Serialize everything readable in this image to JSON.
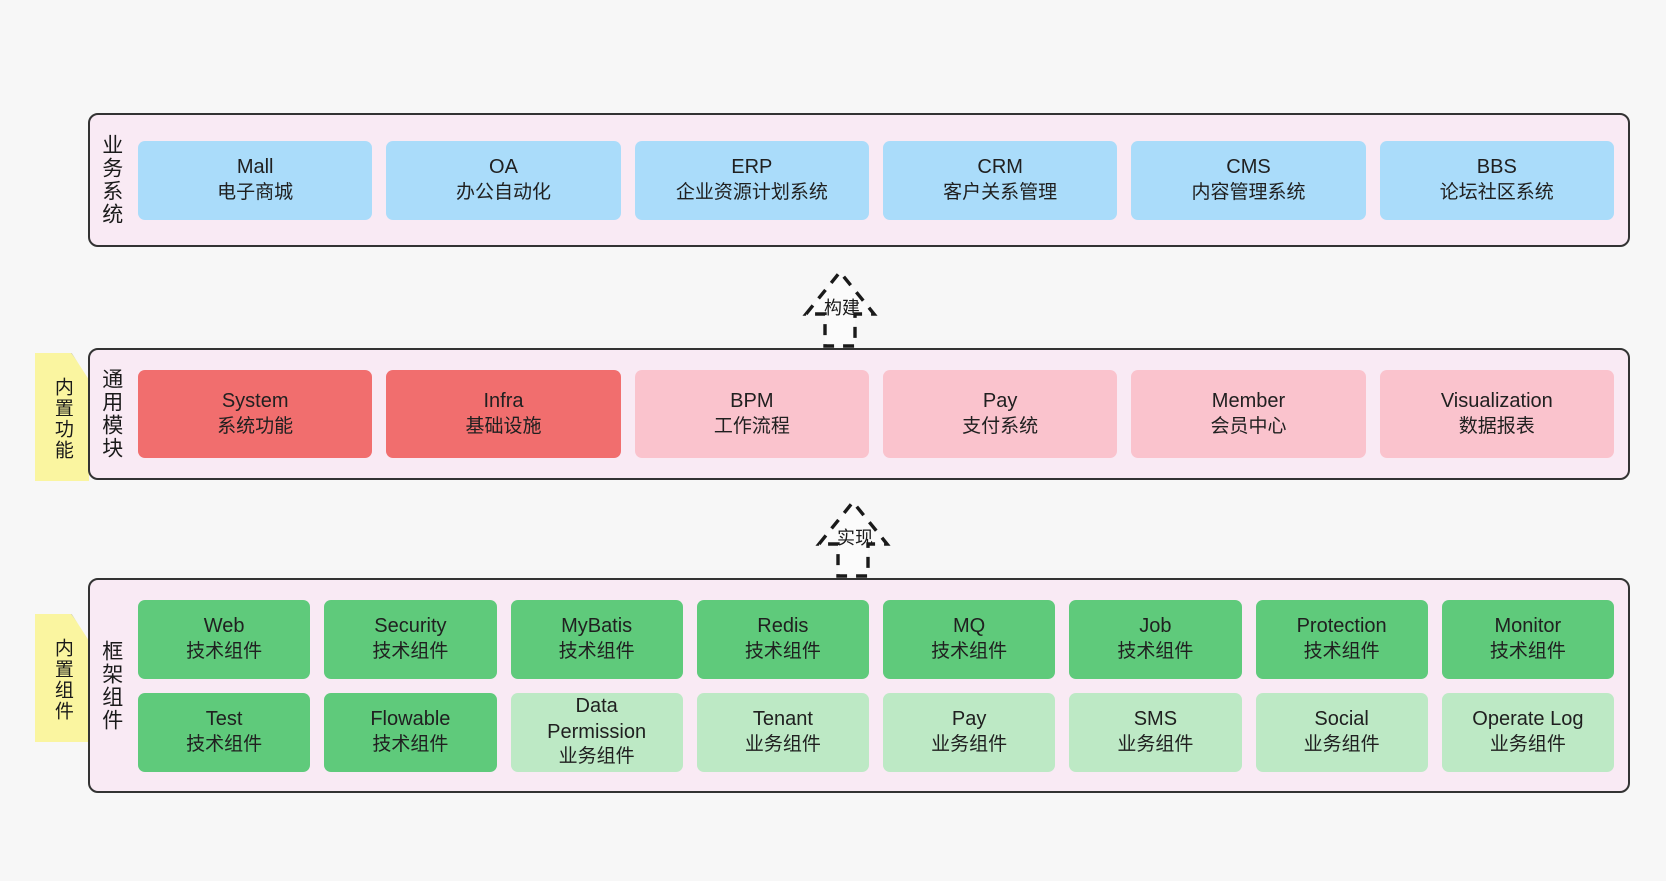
{
  "layers": [
    {
      "key": "business",
      "title": "业务系统",
      "boxes": [
        {
          "en": "Mall",
          "cn": "电子商城"
        },
        {
          "en": "OA",
          "cn": "办公自动化"
        },
        {
          "en": "ERP",
          "cn": "企业资源计划系统"
        },
        {
          "en": "CRM",
          "cn": "客户关系管理"
        },
        {
          "en": "CMS",
          "cn": "内容管理系统"
        },
        {
          "en": "BBS",
          "cn": "论坛社区系统"
        }
      ]
    },
    {
      "key": "modules",
      "title": "通用模块",
      "sticky": "内置功能",
      "boxes": [
        {
          "en": "System",
          "cn": "系统功能",
          "style": "mod-core"
        },
        {
          "en": "Infra",
          "cn": "基础设施",
          "style": "mod-core"
        },
        {
          "en": "BPM",
          "cn": "工作流程",
          "style": "mod-soft"
        },
        {
          "en": "Pay",
          "cn": "支付系统",
          "style": "mod-soft"
        },
        {
          "en": "Member",
          "cn": "会员中心",
          "style": "mod-soft"
        },
        {
          "en": "Visualization",
          "cn": "数据报表",
          "style": "mod-soft"
        }
      ]
    },
    {
      "key": "framework",
      "title": "框架组件",
      "sticky": "内置组件",
      "row1": [
        {
          "en": "Web",
          "cn": "技术组件"
        },
        {
          "en": "Security",
          "cn": "技术组件"
        },
        {
          "en": "MyBatis",
          "cn": "技术组件"
        },
        {
          "en": "Redis",
          "cn": "技术组件"
        },
        {
          "en": "MQ",
          "cn": "技术组件"
        },
        {
          "en": "Job",
          "cn": "技术组件"
        },
        {
          "en": "Protection",
          "cn": "技术组件"
        },
        {
          "en": "Monitor",
          "cn": "技术组件"
        }
      ],
      "row2": [
        {
          "en": "Test",
          "cn": "技术组件",
          "style": "comp-tech"
        },
        {
          "en": "Flowable",
          "cn": "技术组件",
          "style": "comp-tech"
        },
        {
          "en": "Data Permission",
          "cn": "业务组件",
          "style": "comp-biz"
        },
        {
          "en": "Tenant",
          "cn": "业务组件",
          "style": "comp-biz"
        },
        {
          "en": "Pay",
          "cn": "业务组件",
          "style": "comp-biz"
        },
        {
          "en": "SMS",
          "cn": "业务组件",
          "style": "comp-biz"
        },
        {
          "en": "Social",
          "cn": "业务组件",
          "style": "comp-biz"
        },
        {
          "en": "Operate Log",
          "cn": "业务组件",
          "style": "comp-biz"
        }
      ]
    }
  ],
  "connectors": [
    {
      "key": "build",
      "label": "构建"
    },
    {
      "key": "implement",
      "label": "实现"
    }
  ],
  "colors": {
    "canvas_bg": "#f7f7f7",
    "layer_bg": "#f9eaf4",
    "layer_border": "#333333",
    "business_box": "#aadcfa",
    "module_core": "#f16e6e",
    "module_soft": "#fac3cd",
    "component_tech": "#5fca7b",
    "component_biz": "#bde9c5",
    "sticky_note": "#faf5a0",
    "sticky_fold": "#c9c9c9"
  }
}
